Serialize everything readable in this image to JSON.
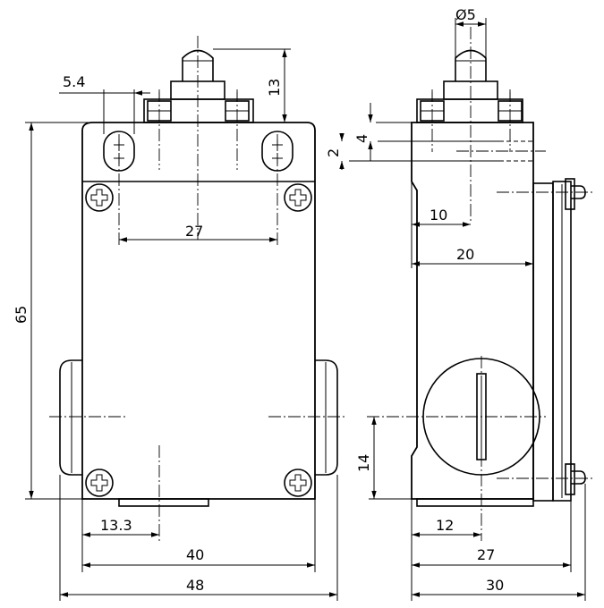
{
  "dimensions": {
    "front": {
      "hole_spacing": "5.4",
      "plunger_height": "13",
      "screw_pitch": "27",
      "total_height": "65",
      "offset_bottom": "13.3",
      "body_width": "40",
      "overall_width": "48"
    },
    "side": {
      "plunger_diameter": "Ø5",
      "slot_depth": "4",
      "slot_width": "2",
      "offset_10": "10",
      "offset_20": "20",
      "cable_entry_height": "14",
      "cable_entry_offset": "12",
      "width_27": "27",
      "overall_depth": "30"
    }
  }
}
